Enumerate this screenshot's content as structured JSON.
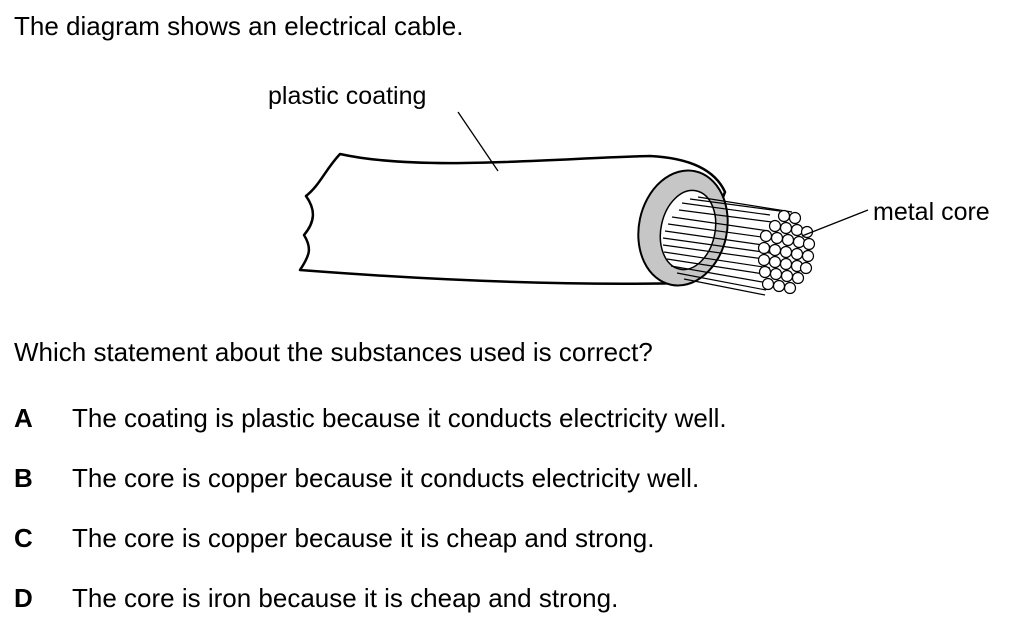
{
  "intro": "The diagram shows an electrical cable.",
  "diagram": {
    "labels": {
      "plastic_coating": "plastic coating",
      "metal_core": "metal core"
    }
  },
  "question": "Which statement about the substances used is correct?",
  "options": [
    {
      "letter": "A",
      "text": "The coating is plastic because it conducts electricity well."
    },
    {
      "letter": "B",
      "text": "The core is copper because it conducts electricity well."
    },
    {
      "letter": "C",
      "text": "The core is copper because it is cheap and strong."
    },
    {
      "letter": "D",
      "text": "The core is iron because it is cheap and strong."
    }
  ]
}
